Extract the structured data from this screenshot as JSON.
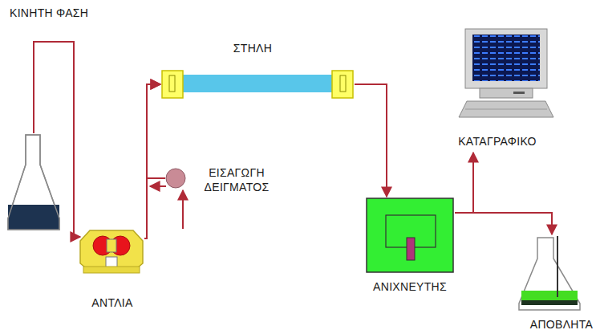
{
  "diagram": {
    "nodes": [
      {
        "text": [
          "ΚΙΝΗΤΗ ΦΑΣΗ"
        ]
      },
      {
        "text": [
          "ΑΝΤΛΙΑ"
        ]
      },
      {
        "text": [
          "ΕΙΣΑΓΩΓΗ ΔΕΙΓΜΑΤΟΣ"
        ]
      },
      {
        "text": [
          "ΣΤΗΛΗ"
        ]
      },
      {
        "text": [
          "ΑΝΙΧΝΕΥΤΗΣ"
        ]
      },
      {
        "text": [
          "ΚΑΤΑΓΡΑΦΙΚΟ"
        ]
      },
      {
        "text": [
          "ΑΠΟΒΛΗΤΑ"
        ]
      }
    ],
    "edges": [
      {
        "from": 0,
        "to": 1,
        "arrow": "to"
      },
      {
        "from": 1,
        "to": 3,
        "arrow": "to"
      },
      {
        "from": 2,
        "to": 3,
        "arrow": "to"
      },
      {
        "from": 3,
        "to": 4,
        "arrow": "to"
      },
      {
        "from": 4,
        "to": 5,
        "arrow": "to"
      },
      {
        "from": 4,
        "to": 6,
        "arrow": "to"
      }
    ]
  }
}
